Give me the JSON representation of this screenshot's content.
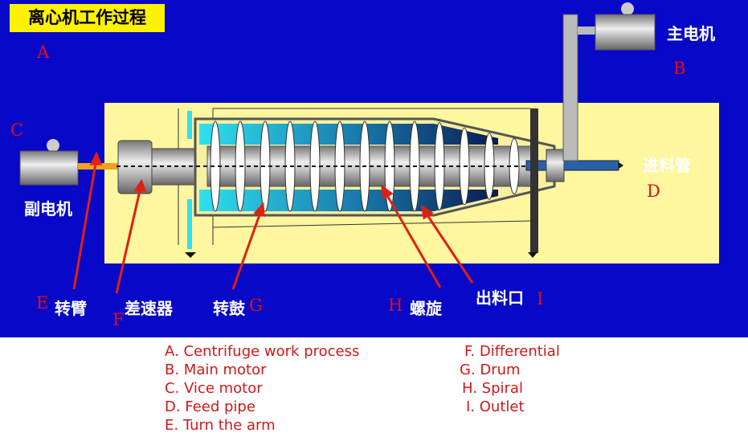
{
  "title": "离心机工作过程",
  "labels": {
    "main_motor": "主电机",
    "feed_pipe": "进料管",
    "vice_motor": "副电机",
    "turn_arm": "转臂",
    "differential": "差速器",
    "drum": "转鼓",
    "spiral": "螺旋",
    "outlet": "出料口"
  },
  "letters": {
    "A": "A",
    "B": "B",
    "C": "C",
    "D": "D",
    "E": "E",
    "F": "F",
    "G": "G",
    "H": "H",
    "I": "I"
  },
  "legend": {
    "left": [
      "A. Centrifuge work process",
      "B. Main motor",
      "C. Vice motor",
      "D. Feed pipe",
      "E. Turn the arm"
    ],
    "right": [
      "F. Differential",
      "G. Drum",
      "H. Spiral",
      "I. Outlet"
    ]
  },
  "colors": {
    "background": "#0808c8",
    "panel": "#fff6a0",
    "arrow": "#e02010",
    "legend_text": "#d01818"
  }
}
